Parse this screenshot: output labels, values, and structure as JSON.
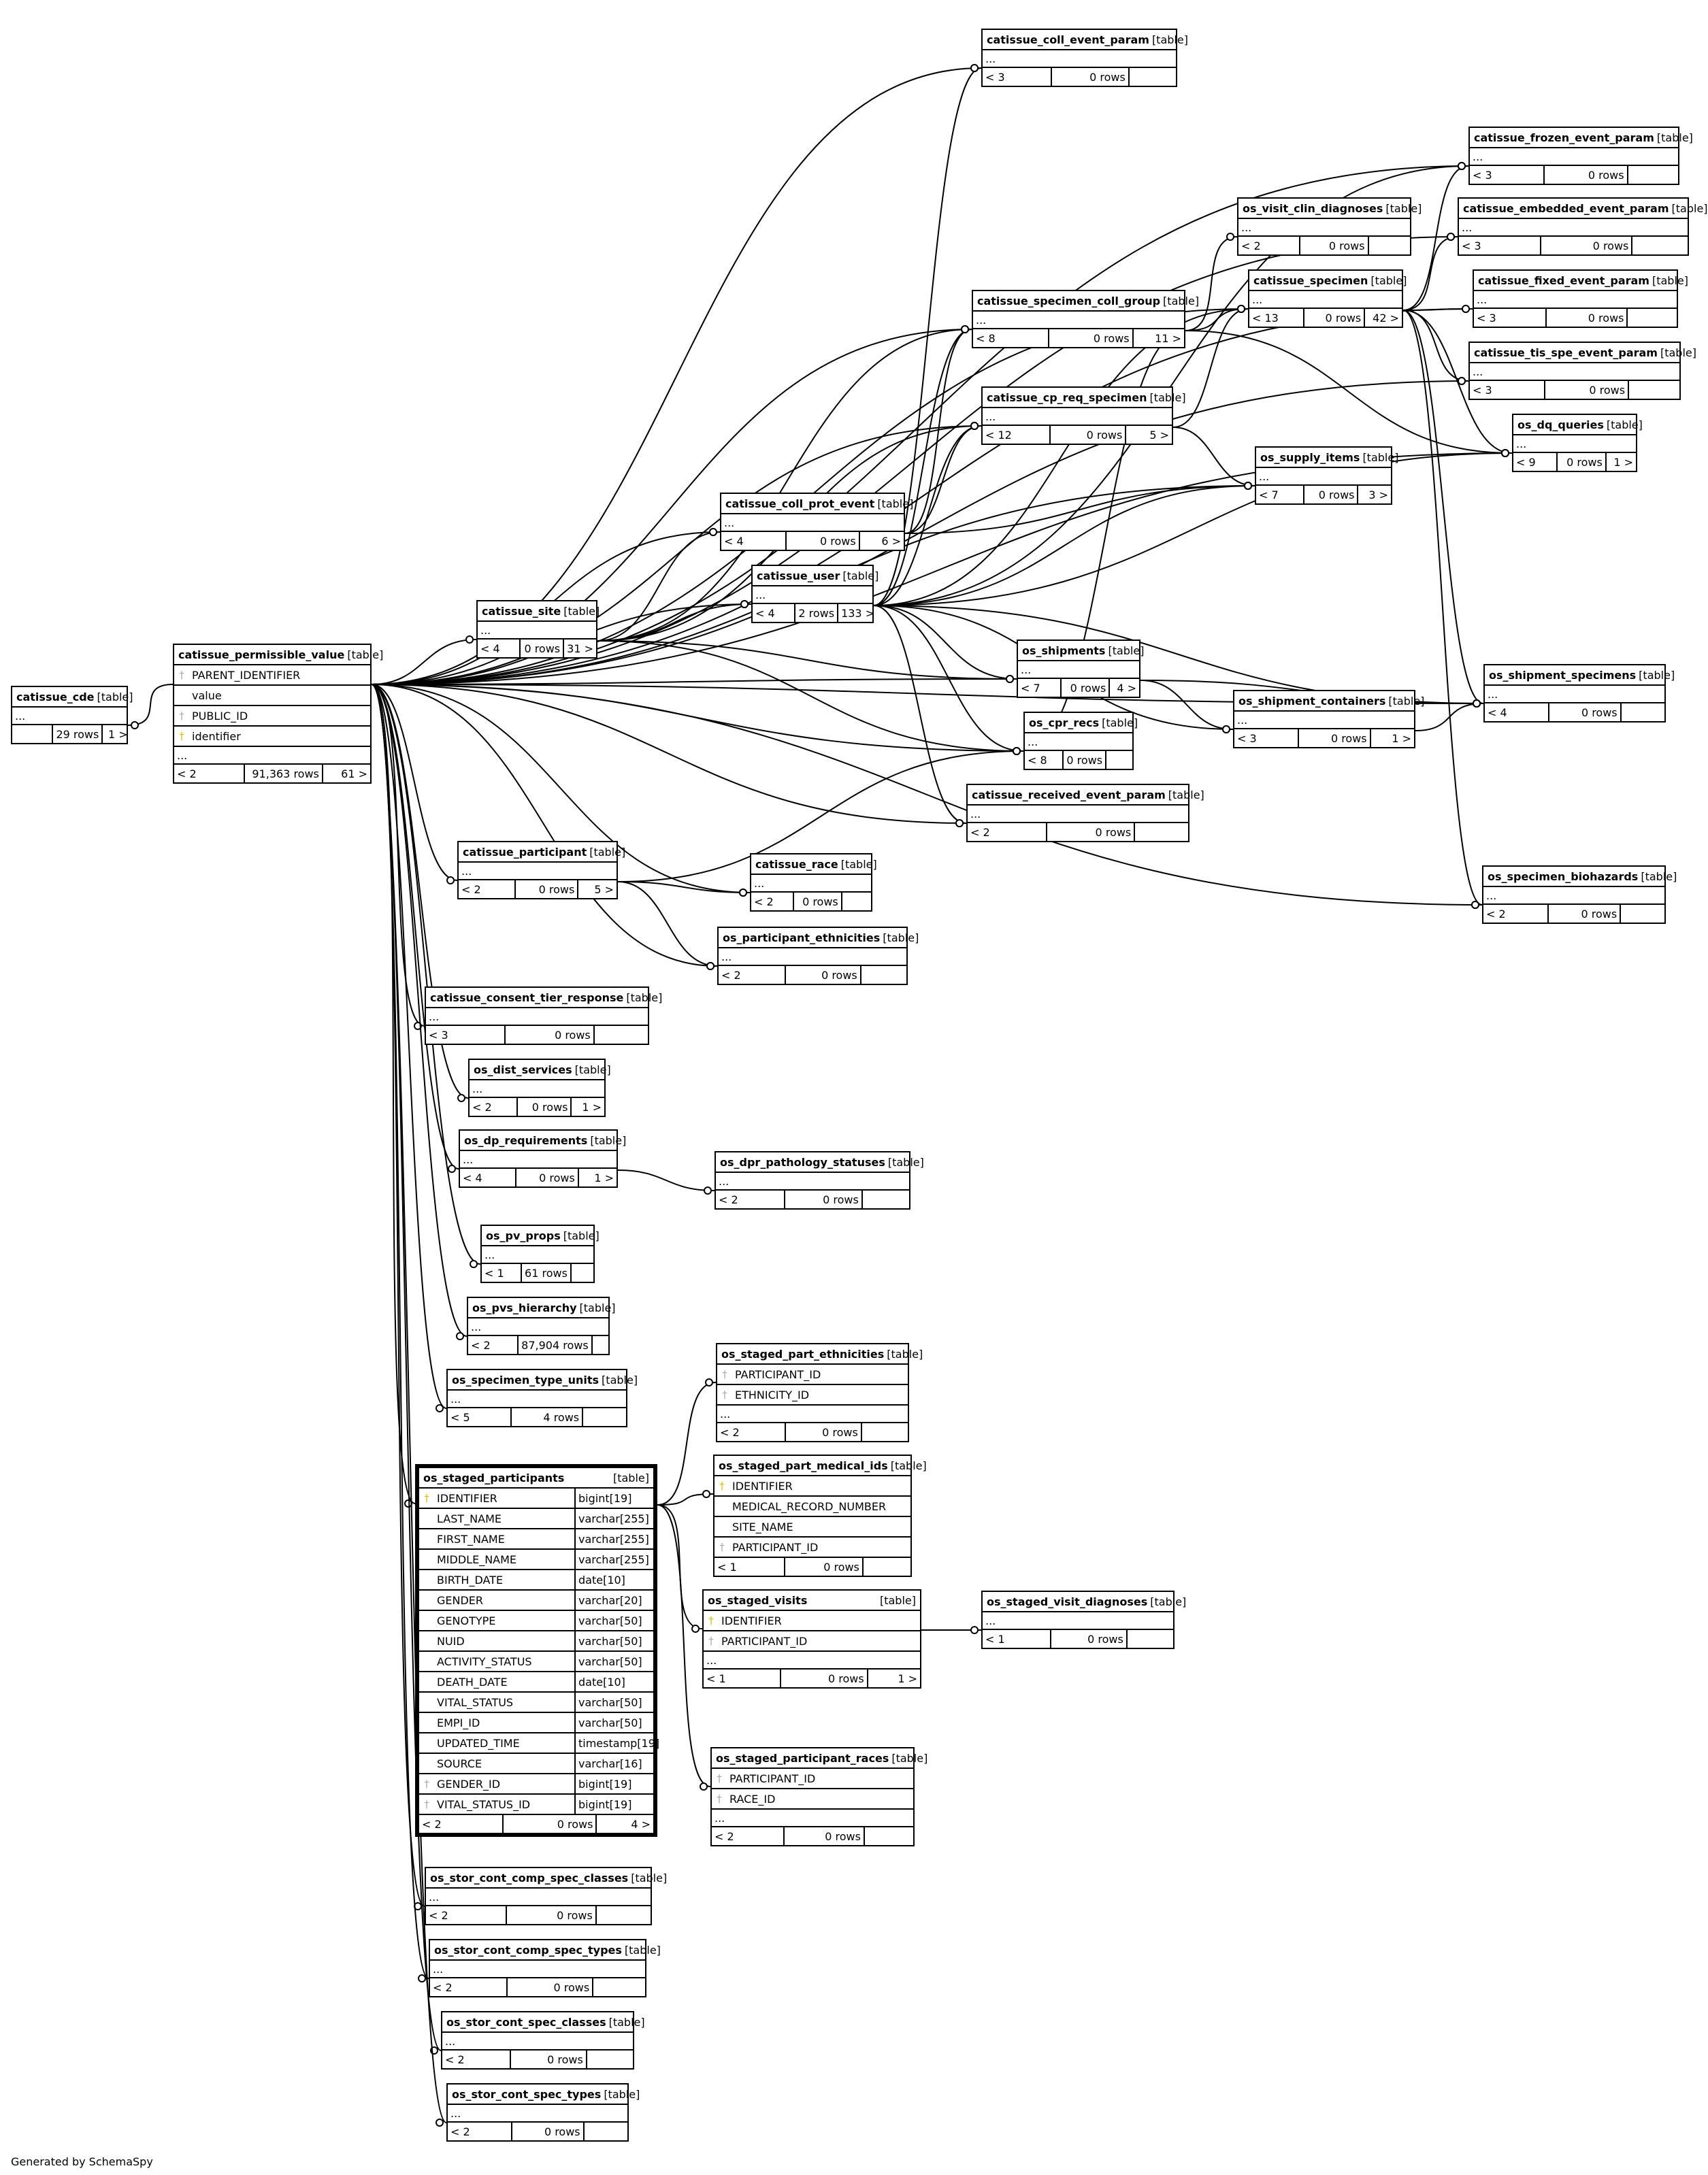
{
  "footer": "Generated by SchemaSpy",
  "type_label": "[table]",
  "ellipsis": "...",
  "tables": [
    {
      "id": "cde",
      "name": "catissue_cde",
      "columns": [],
      "dots": true,
      "parents": "",
      "rows": "29 rows",
      "children": "1 >"
    },
    {
      "id": "pv",
      "name": "catissue_permissible_value",
      "columns": [
        {
          "key": "fk",
          "name": "PARENT_IDENTIFIER"
        },
        {
          "key": "",
          "name": "value"
        },
        {
          "key": "fk",
          "name": "PUBLIC_ID"
        },
        {
          "key": "pk",
          "name": "identifier"
        }
      ],
      "dots": true,
      "parents": "< 2",
      "rows": "91,363 rows",
      "children": "61 >"
    },
    {
      "id": "coll_event",
      "name": "catissue_coll_event_param",
      "columns": [],
      "dots": true,
      "parents": "< 3",
      "rows": "0 rows",
      "children": ""
    },
    {
      "id": "frozen",
      "name": "catissue_frozen_event_param",
      "columns": [],
      "dots": true,
      "parents": "< 3",
      "rows": "0 rows",
      "children": ""
    },
    {
      "id": "visit_clin",
      "name": "os_visit_clin_diagnoses",
      "columns": [],
      "dots": true,
      "parents": "< 2",
      "rows": "0 rows",
      "children": ""
    },
    {
      "id": "embedded",
      "name": "catissue_embedded_event_param",
      "columns": [],
      "dots": true,
      "parents": "< 3",
      "rows": "0 rows",
      "children": ""
    },
    {
      "id": "specimen",
      "name": "catissue_specimen",
      "columns": [],
      "dots": true,
      "parents": "< 13",
      "rows": "0 rows",
      "children": "42 >"
    },
    {
      "id": "fixed",
      "name": "catissue_fixed_event_param",
      "columns": [],
      "dots": true,
      "parents": "< 3",
      "rows": "0 rows",
      "children": ""
    },
    {
      "id": "scg",
      "name": "catissue_specimen_coll_group",
      "columns": [],
      "dots": true,
      "parents": "< 8",
      "rows": "0 rows",
      "children": "11 >"
    },
    {
      "id": "tis",
      "name": "catissue_tis_spe_event_param",
      "columns": [],
      "dots": true,
      "parents": "< 3",
      "rows": "0 rows",
      "children": ""
    },
    {
      "id": "cpreq",
      "name": "catissue_cp_req_specimen",
      "columns": [],
      "dots": true,
      "parents": "< 12",
      "rows": "0 rows",
      "children": "5 >"
    },
    {
      "id": "dq",
      "name": "os_dq_queries",
      "columns": [],
      "dots": true,
      "parents": "< 9",
      "rows": "0 rows",
      "children": "1 >"
    },
    {
      "id": "supply",
      "name": "os_supply_items",
      "columns": [],
      "dots": true,
      "parents": "< 7",
      "rows": "0 rows",
      "children": "3 >"
    },
    {
      "id": "cpe",
      "name": "catissue_coll_prot_event",
      "columns": [],
      "dots": true,
      "parents": "< 4",
      "rows": "0 rows",
      "children": "6 >"
    },
    {
      "id": "user",
      "name": "catissue_user",
      "columns": [],
      "dots": true,
      "parents": "< 4",
      "rows": "2 rows",
      "children": "133 >"
    },
    {
      "id": "site",
      "name": "catissue_site",
      "columns": [],
      "dots": true,
      "parents": "< 4",
      "rows": "0 rows",
      "children": "31 >"
    },
    {
      "id": "shipments",
      "name": "os_shipments",
      "columns": [],
      "dots": true,
      "parents": "< 7",
      "rows": "0 rows",
      "children": "4 >"
    },
    {
      "id": "ship_spec",
      "name": "os_shipment_specimens",
      "columns": [],
      "dots": true,
      "parents": "< 4",
      "rows": "0 rows",
      "children": ""
    },
    {
      "id": "ship_cont",
      "name": "os_shipment_containers",
      "columns": [],
      "dots": true,
      "parents": "< 3",
      "rows": "0 rows",
      "children": "1 >"
    },
    {
      "id": "cpr",
      "name": "os_cpr_recs",
      "columns": [],
      "dots": true,
      "parents": "< 8",
      "rows": "0 rows",
      "children": ""
    },
    {
      "id": "received",
      "name": "catissue_received_event_param",
      "columns": [],
      "dots": true,
      "parents": "< 2",
      "rows": "0 rows",
      "children": ""
    },
    {
      "id": "participant",
      "name": "catissue_participant",
      "columns": [],
      "dots": true,
      "parents": "< 2",
      "rows": "0 rows",
      "children": "5 >"
    },
    {
      "id": "race",
      "name": "catissue_race",
      "columns": [],
      "dots": true,
      "parents": "< 2",
      "rows": "0 rows",
      "children": ""
    },
    {
      "id": "biohaz",
      "name": "os_specimen_biohazards",
      "columns": [],
      "dots": true,
      "parents": "< 2",
      "rows": "0 rows",
      "children": ""
    },
    {
      "id": "part_eth",
      "name": "os_participant_ethnicities",
      "columns": [],
      "dots": true,
      "parents": "< 2",
      "rows": "0 rows",
      "children": ""
    },
    {
      "id": "consent",
      "name": "catissue_consent_tier_response",
      "columns": [],
      "dots": true,
      "parents": "< 3",
      "rows": "0 rows",
      "children": ""
    },
    {
      "id": "dist",
      "name": "os_dist_services",
      "columns": [],
      "dots": true,
      "parents": "< 2",
      "rows": "0 rows",
      "children": "1 >"
    },
    {
      "id": "dpreq",
      "name": "os_dp_requirements",
      "columns": [],
      "dots": true,
      "parents": "< 4",
      "rows": "0 rows",
      "children": "1 >"
    },
    {
      "id": "dprpath",
      "name": "os_dpr_pathology_statuses",
      "columns": [],
      "dots": true,
      "parents": "< 2",
      "rows": "0 rows",
      "children": ""
    },
    {
      "id": "pvprops",
      "name": "os_pv_props",
      "columns": [],
      "dots": true,
      "parents": "< 1",
      "rows": "61 rows",
      "children": ""
    },
    {
      "id": "pvshier",
      "name": "os_pvs_hierarchy",
      "columns": [],
      "dots": true,
      "parents": "< 2",
      "rows": "87,904 rows",
      "children": ""
    },
    {
      "id": "stage_eth",
      "name": "os_staged_part_ethnicities",
      "columns": [
        {
          "key": "fk",
          "name": "PARTICIPANT_ID"
        },
        {
          "key": "fk",
          "name": "ETHNICITY_ID"
        }
      ],
      "dots": true,
      "parents": "< 2",
      "rows": "0 rows",
      "children": ""
    },
    {
      "id": "spec_units",
      "name": "os_specimen_type_units",
      "columns": [],
      "dots": true,
      "parents": "< 5",
      "rows": "4 rows",
      "children": ""
    },
    {
      "id": "staged_part",
      "name": "os_staged_participants",
      "focus": true,
      "columns": [
        {
          "key": "pk",
          "name": "IDENTIFIER",
          "type": "bigint[19]"
        },
        {
          "key": "",
          "name": "LAST_NAME",
          "type": "varchar[255]"
        },
        {
          "key": "",
          "name": "FIRST_NAME",
          "type": "varchar[255]"
        },
        {
          "key": "",
          "name": "MIDDLE_NAME",
          "type": "varchar[255]"
        },
        {
          "key": "",
          "name": "BIRTH_DATE",
          "type": "date[10]"
        },
        {
          "key": "",
          "name": "GENDER",
          "type": "varchar[20]"
        },
        {
          "key": "",
          "name": "GENOTYPE",
          "type": "varchar[50]"
        },
        {
          "key": "",
          "name": "NUID",
          "type": "varchar[50]"
        },
        {
          "key": "",
          "name": "ACTIVITY_STATUS",
          "type": "varchar[50]"
        },
        {
          "key": "",
          "name": "DEATH_DATE",
          "type": "date[10]"
        },
        {
          "key": "",
          "name": "VITAL_STATUS",
          "type": "varchar[50]"
        },
        {
          "key": "",
          "name": "EMPI_ID",
          "type": "varchar[50]"
        },
        {
          "key": "",
          "name": "UPDATED_TIME",
          "type": "timestamp[19]"
        },
        {
          "key": "",
          "name": "SOURCE",
          "type": "varchar[16]"
        },
        {
          "key": "fk",
          "name": "GENDER_ID",
          "type": "bigint[19]"
        },
        {
          "key": "fk",
          "name": "VITAL_STATUS_ID",
          "type": "bigint[19]"
        }
      ],
      "dots": false,
      "parents": "< 2",
      "rows": "0 rows",
      "children": "4 >"
    },
    {
      "id": "staged_med",
      "name": "os_staged_part_medical_ids",
      "columns": [
        {
          "key": "pk",
          "name": "IDENTIFIER"
        },
        {
          "key": "",
          "name": "MEDICAL_RECORD_NUMBER"
        },
        {
          "key": "",
          "name": "SITE_NAME"
        },
        {
          "key": "fk",
          "name": "PARTICIPANT_ID"
        }
      ],
      "dots": false,
      "parents": "< 1",
      "rows": "0 rows",
      "children": ""
    },
    {
      "id": "staged_visits",
      "name": "os_staged_visits",
      "columns": [
        {
          "key": "pk",
          "name": "IDENTIFIER"
        },
        {
          "key": "fk",
          "name": "PARTICIPANT_ID"
        }
      ],
      "dots": true,
      "parents": "< 1",
      "rows": "0 rows",
      "children": "1 >"
    },
    {
      "id": "staged_visit_diag",
      "name": "os_staged_visit_diagnoses",
      "columns": [],
      "dots": true,
      "parents": "< 1",
      "rows": "0 rows",
      "children": ""
    },
    {
      "id": "staged_races",
      "name": "os_staged_participant_races",
      "columns": [
        {
          "key": "fk",
          "name": "PARTICIPANT_ID"
        },
        {
          "key": "fk",
          "name": "RACE_ID"
        }
      ],
      "dots": true,
      "parents": "< 2",
      "rows": "0 rows",
      "children": ""
    },
    {
      "id": "sccsc",
      "name": "os_stor_cont_comp_spec_classes",
      "columns": [],
      "dots": true,
      "parents": "< 2",
      "rows": "0 rows",
      "children": ""
    },
    {
      "id": "sccst",
      "name": "os_stor_cont_comp_spec_types",
      "columns": [],
      "dots": true,
      "parents": "< 2",
      "rows": "0 rows",
      "children": ""
    },
    {
      "id": "scsc",
      "name": "os_stor_cont_spec_classes",
      "columns": [],
      "dots": true,
      "parents": "< 2",
      "rows": "0 rows",
      "children": ""
    },
    {
      "id": "scst",
      "name": "os_stor_cont_spec_types",
      "columns": [],
      "dots": true,
      "parents": "< 2",
      "rows": "0 rows",
      "children": ""
    }
  ],
  "relationships": [
    [
      "pv",
      "cde"
    ],
    [
      "pv",
      "coll_event"
    ],
    [
      "pv",
      "frozen"
    ],
    [
      "pv",
      "embedded"
    ],
    [
      "pv",
      "fixed"
    ],
    [
      "pv",
      "tis"
    ],
    [
      "pv",
      "specimen"
    ],
    [
      "pv",
      "scg"
    ],
    [
      "pv",
      "cpreq"
    ],
    [
      "pv",
      "cpe"
    ],
    [
      "pv",
      "site"
    ],
    [
      "pv",
      "user"
    ],
    [
      "pv",
      "shipments"
    ],
    [
      "pv",
      "cpr"
    ],
    [
      "pv",
      "received"
    ],
    [
      "pv",
      "participant"
    ],
    [
      "pv",
      "race"
    ],
    [
      "pv",
      "part_eth"
    ],
    [
      "pv",
      "consent"
    ],
    [
      "pv",
      "dist"
    ],
    [
      "pv",
      "dpreq"
    ],
    [
      "pv",
      "pvprops"
    ],
    [
      "pv",
      "pvshier"
    ],
    [
      "pv",
      "spec_units"
    ],
    [
      "pv",
      "staged_part"
    ],
    [
      "pv",
      "sccsc"
    ],
    [
      "pv",
      "sccst"
    ],
    [
      "pv",
      "scsc"
    ],
    [
      "pv",
      "scst"
    ],
    [
      "pv",
      "dq"
    ],
    [
      "pv",
      "biohaz"
    ],
    [
      "pv",
      "ship_spec"
    ],
    [
      "pv",
      "supply"
    ],
    [
      "site",
      "cpe"
    ],
    [
      "site",
      "user"
    ],
    [
      "site",
      "shipments"
    ],
    [
      "site",
      "cpr"
    ],
    [
      "site",
      "scg"
    ],
    [
      "site",
      "cpreq"
    ],
    [
      "user",
      "coll_event"
    ],
    [
      "user",
      "scg"
    ],
    [
      "user",
      "cpreq"
    ],
    [
      "user",
      "supply"
    ],
    [
      "user",
      "dq"
    ],
    [
      "user",
      "shipments"
    ],
    [
      "user",
      "cpr"
    ],
    [
      "user",
      "received"
    ],
    [
      "user",
      "specimen"
    ],
    [
      "user",
      "frozen"
    ],
    [
      "user",
      "ship_cont"
    ],
    [
      "user",
      "ship_spec"
    ],
    [
      "cpe",
      "scg"
    ],
    [
      "cpe",
      "cpreq"
    ],
    [
      "cpe",
      "supply"
    ],
    [
      "scg",
      "specimen"
    ],
    [
      "scg",
      "visit_clin"
    ],
    [
      "scg",
      "dq"
    ],
    [
      "scg",
      "cpr"
    ],
    [
      "cpreq",
      "specimen"
    ],
    [
      "cpreq",
      "supply"
    ],
    [
      "specimen",
      "frozen"
    ],
    [
      "specimen",
      "embedded"
    ],
    [
      "specimen",
      "fixed"
    ],
    [
      "specimen",
      "tis"
    ],
    [
      "specimen",
      "dq"
    ],
    [
      "specimen",
      "ship_spec"
    ],
    [
      "specimen",
      "biohaz"
    ],
    [
      "shipments",
      "ship_cont"
    ],
    [
      "shipments",
      "ship_spec"
    ],
    [
      "ship_cont",
      "ship_spec"
    ],
    [
      "participant",
      "race"
    ],
    [
      "participant",
      "part_eth"
    ],
    [
      "participant",
      "cpr"
    ],
    [
      "dpreq",
      "dprpath"
    ],
    [
      "staged_part",
      "stage_eth"
    ],
    [
      "staged_part",
      "staged_med"
    ],
    [
      "staged_part",
      "staged_visits"
    ],
    [
      "staged_part",
      "staged_races"
    ],
    [
      "staged_visits",
      "staged_visit_diag"
    ]
  ]
}
